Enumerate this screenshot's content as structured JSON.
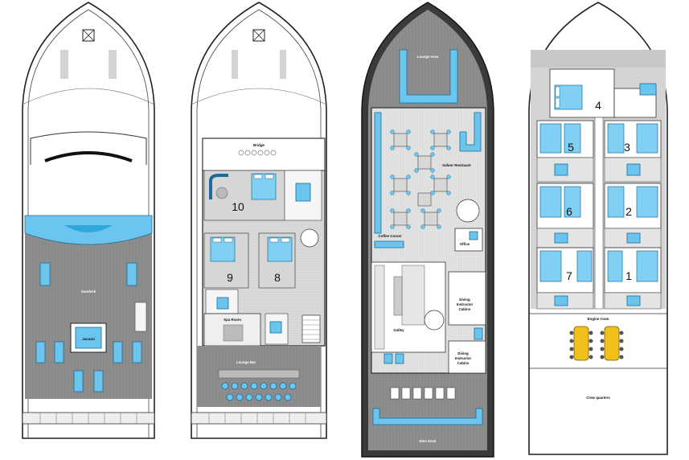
{
  "decks": {
    "sun": {
      "sundeck": "Sundeck",
      "jacuzzi": "Jacuzzi"
    },
    "upper": {
      "bridge": "Bridge",
      "spa_room": "Spa Room",
      "lounge_bar": "Lounge Bar",
      "cabins": [
        "10",
        "9",
        "8"
      ]
    },
    "main": {
      "lounge_area": "Lounge Area",
      "indoor_restaurant": "Indoor Restraunt",
      "coffee_corner": "Coffee Corner",
      "office": "Office",
      "galley": "Galley",
      "instructor_cabin_1": [
        "Diving",
        "Instructor",
        "Cabins"
      ],
      "instructor_cabin_2": [
        "Diving",
        "Instructor",
        "Cabins"
      ],
      "dive_deck": "Dive Deck"
    },
    "lower": {
      "cabins": [
        "4",
        "5",
        "3",
        "6",
        "2",
        "7",
        "1"
      ],
      "engine_room": "Engine room",
      "crew_quarters": "Crew quarters"
    }
  },
  "colors": {
    "accent_blue": "#6cc5ee",
    "deck_gray": "#8d8d8d",
    "floor_gray": "#d6d6d6"
  }
}
